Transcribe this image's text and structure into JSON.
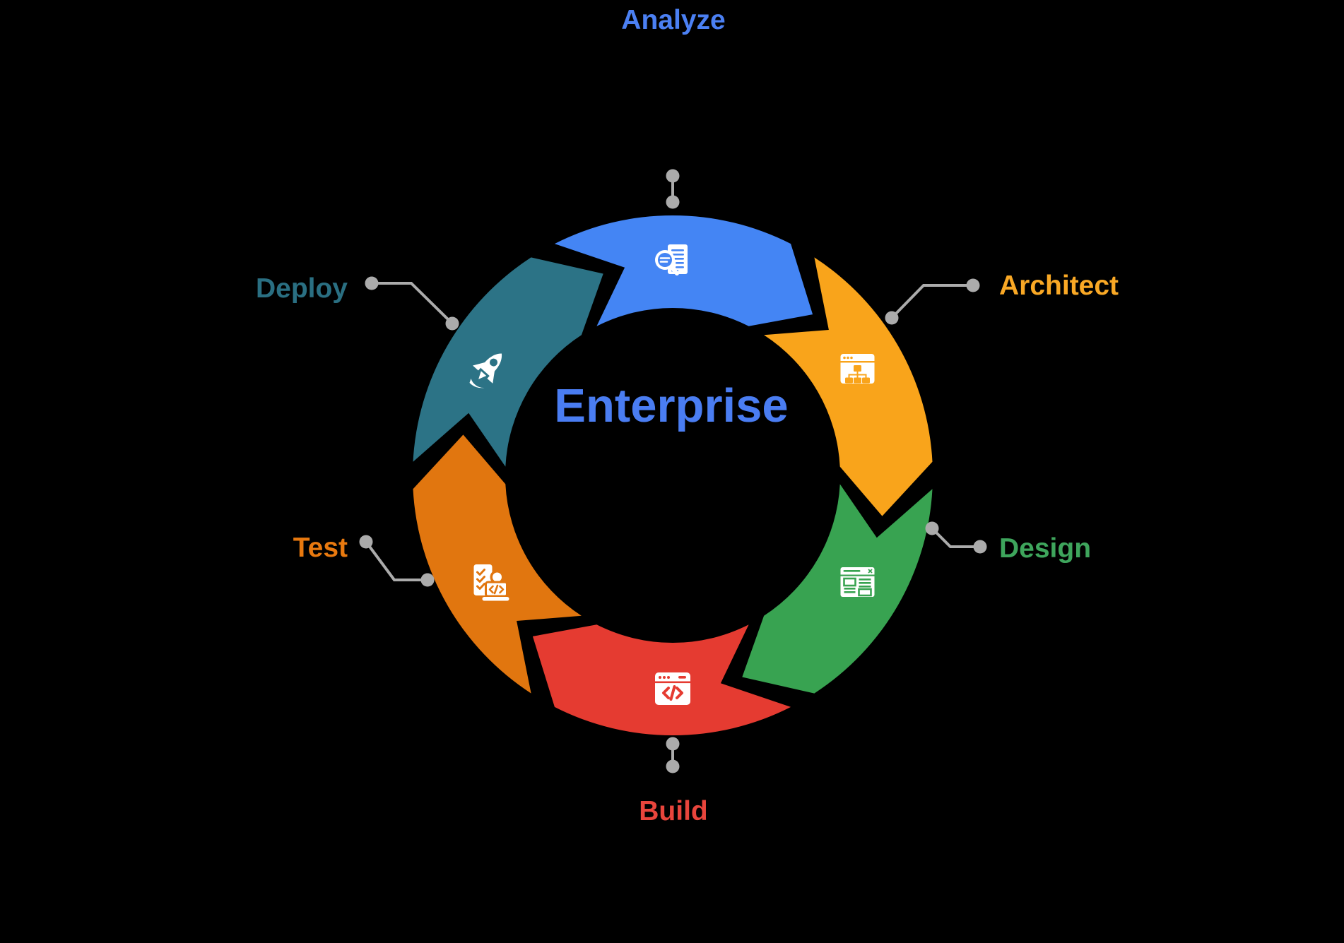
{
  "diagram": {
    "background_color": "#000000",
    "connector_color": "#ABABAB",
    "center_label": "Enterprise",
    "center_label_color": "#4A7DF2",
    "segments": [
      {
        "id": "analyze",
        "label": "Analyze",
        "color": "#4485F4",
        "label_color": "#4B80F3",
        "icon": "document-search-icon"
      },
      {
        "id": "architect",
        "label": "Architect",
        "color": "#F9A41B",
        "label_color": "#F9A825",
        "icon": "sitemap-window-icon"
      },
      {
        "id": "design",
        "label": "Design",
        "color": "#38A351",
        "label_color": "#3EA55C",
        "icon": "wireframe-window-icon"
      },
      {
        "id": "build",
        "label": "Build",
        "color": "#E53B31",
        "label_color": "#E8453C",
        "icon": "code-window-icon"
      },
      {
        "id": "test",
        "label": "Test",
        "color": "#E1760F",
        "label_color": "#E8790F",
        "icon": "developer-checklist-icon"
      },
      {
        "id": "deploy",
        "label": "Deploy",
        "color": "#2C7386",
        "label_color": "#2A6F82",
        "icon": "rocket-icon"
      }
    ]
  }
}
